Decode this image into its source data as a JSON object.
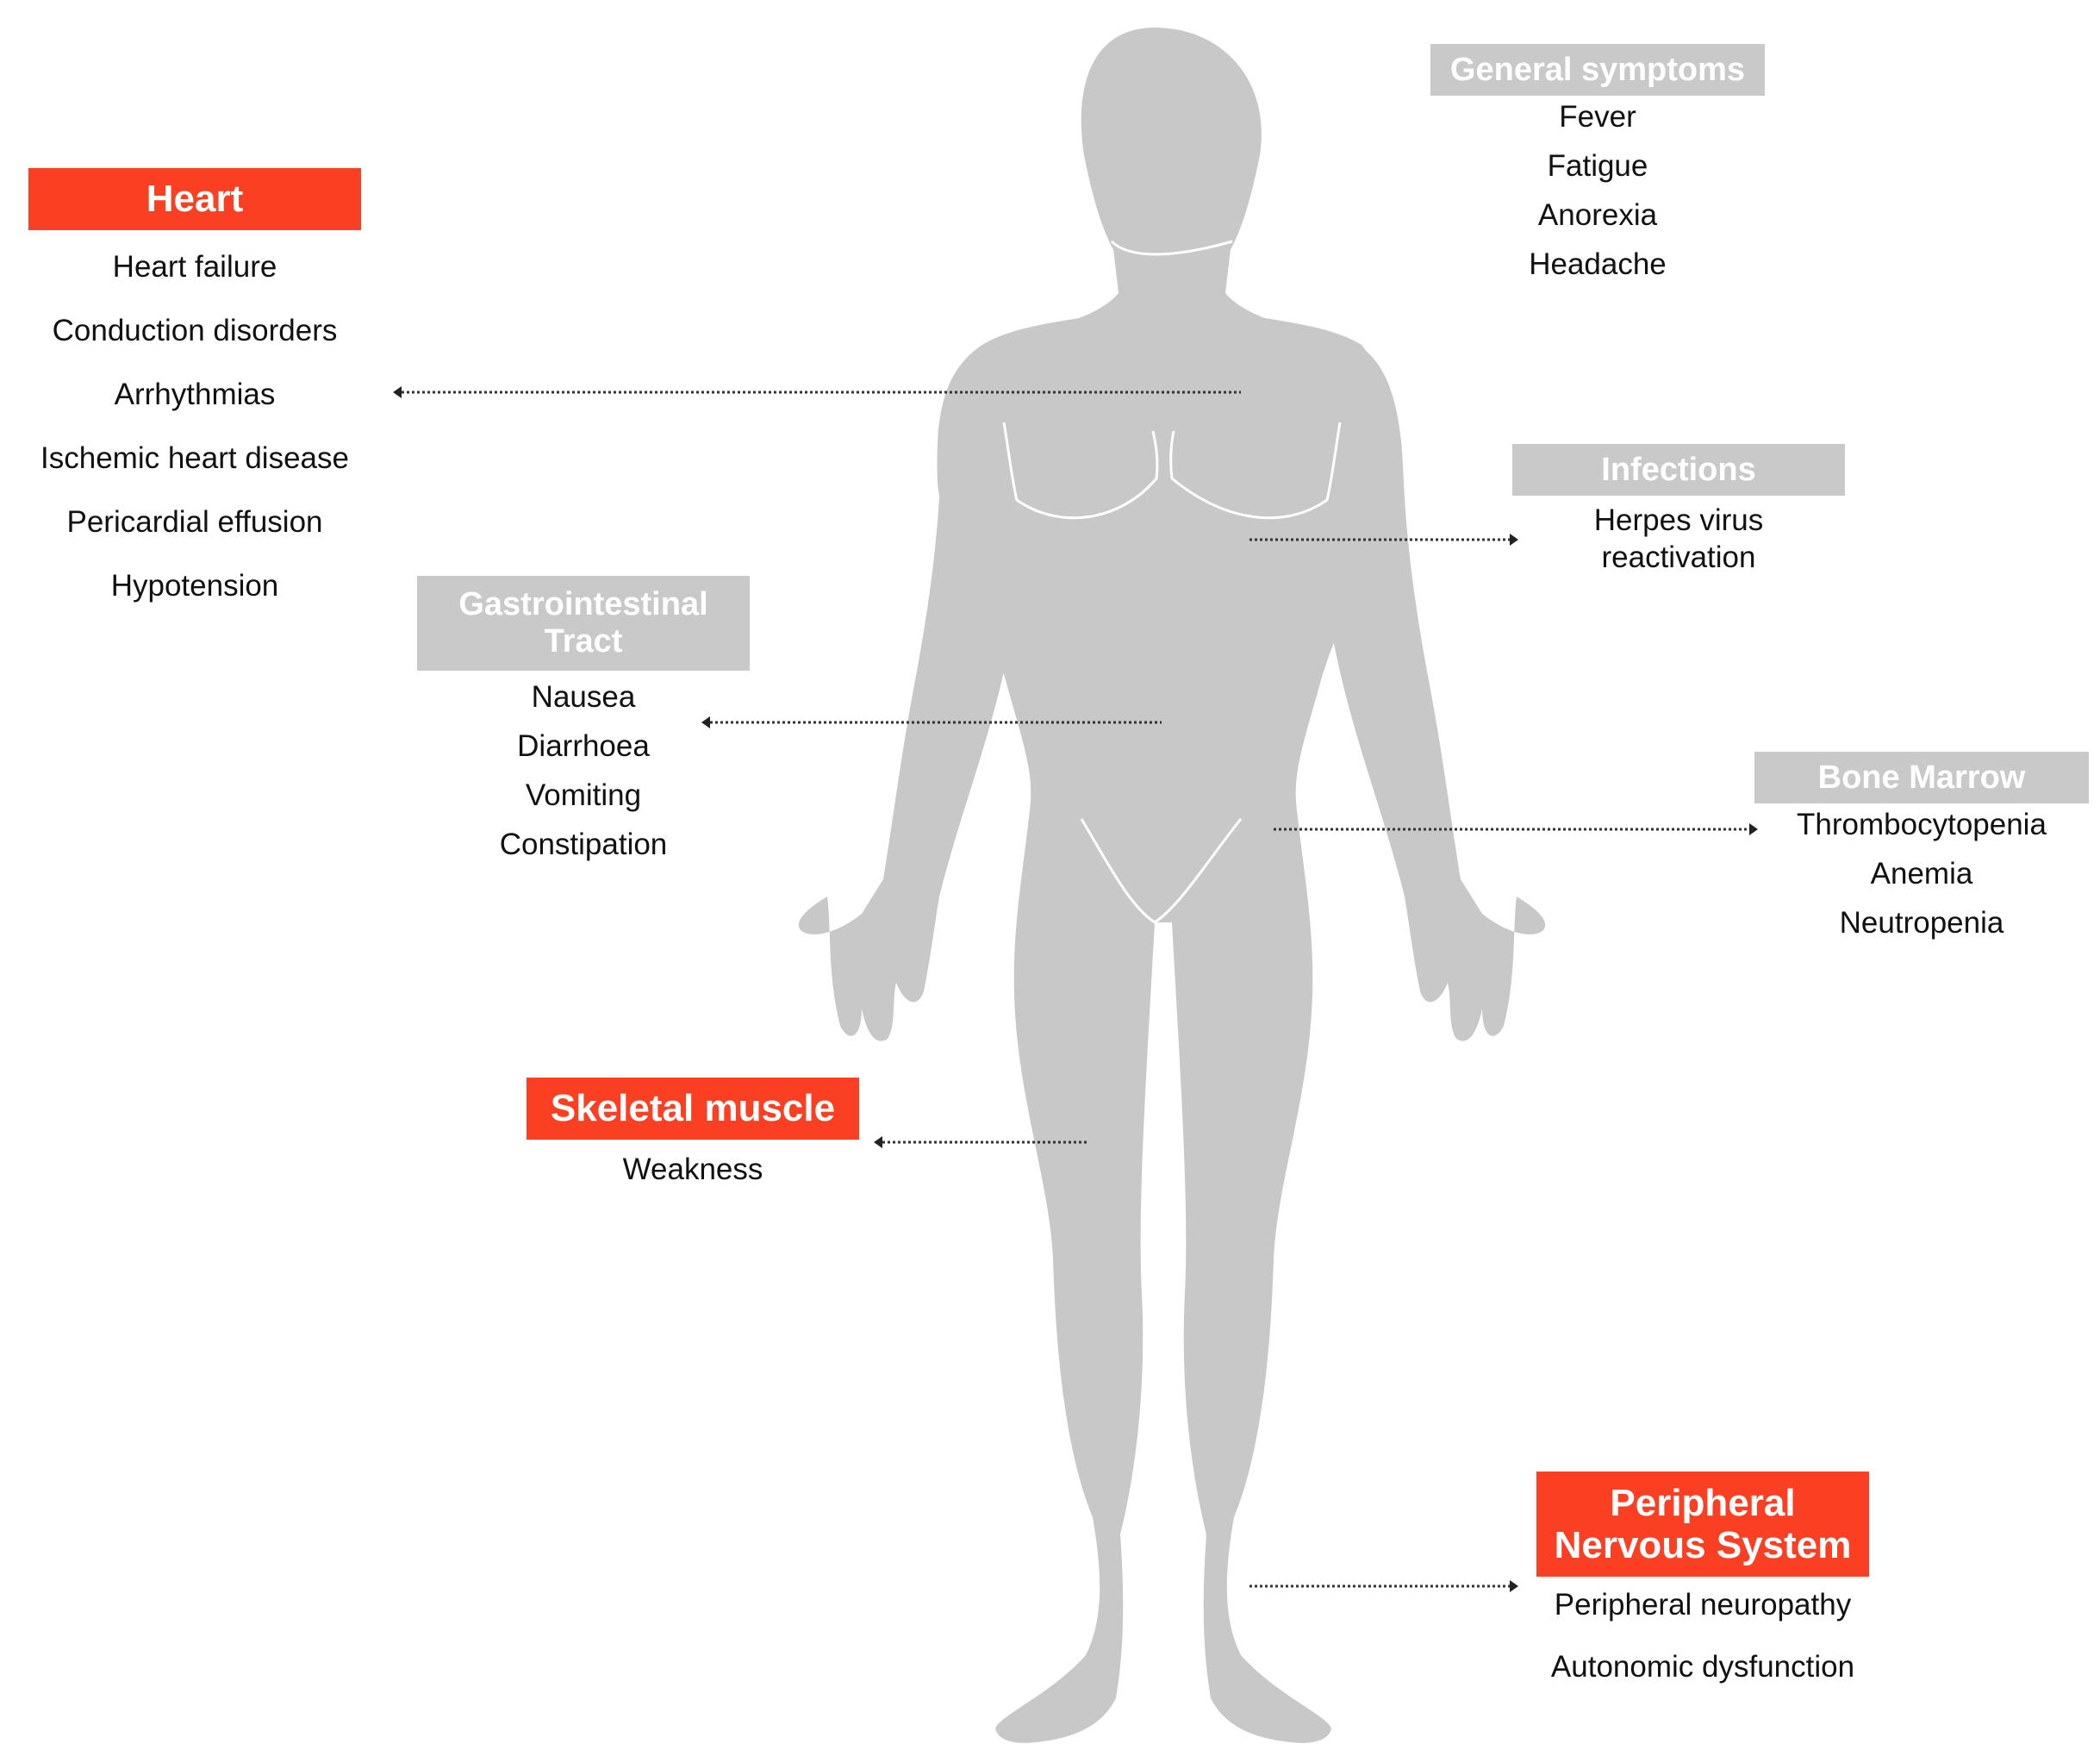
{
  "colors": {
    "red_header": "#fa3f23",
    "gray_header": "#c9c9c9",
    "body_silhouette": "#c8c8c8",
    "connector": "#333333"
  },
  "groups": {
    "heart": {
      "title": "Heart",
      "style": "red",
      "items": [
        "Heart failure",
        "Conduction disorders",
        "Arrhythmias",
        "Ischemic heart disease",
        "Pericardial effusion",
        "Hypotension"
      ]
    },
    "gastrointestinal": {
      "title_line1": "Gastrointestinal",
      "title_line2": "Tract",
      "style": "gray",
      "items": [
        "Nausea",
        "Diarrhoea",
        "Vomiting",
        "Constipation"
      ]
    },
    "skeletal_muscle": {
      "title": "Skeletal muscle",
      "style": "red",
      "items": [
        "Weakness"
      ]
    },
    "general_symptoms": {
      "title": "General symptoms",
      "style": "gray",
      "items": [
        "Fever",
        "Fatigue",
        "Anorexia",
        "Headache"
      ]
    },
    "infections": {
      "title": "Infections",
      "style": "gray",
      "items": [
        "Herpes virus",
        "reactivation"
      ]
    },
    "bone_marrow": {
      "title": "Bone Marrow",
      "style": "gray",
      "items": [
        "Thrombocytopenia",
        "Anemia",
        "Neutropenia"
      ]
    },
    "peripheral_nervous_system": {
      "title_line1": "Peripheral",
      "title_line2": "Nervous System",
      "style": "red",
      "items": [
        "Peripheral neuropathy",
        "Autonomic dysfunction"
      ]
    }
  }
}
